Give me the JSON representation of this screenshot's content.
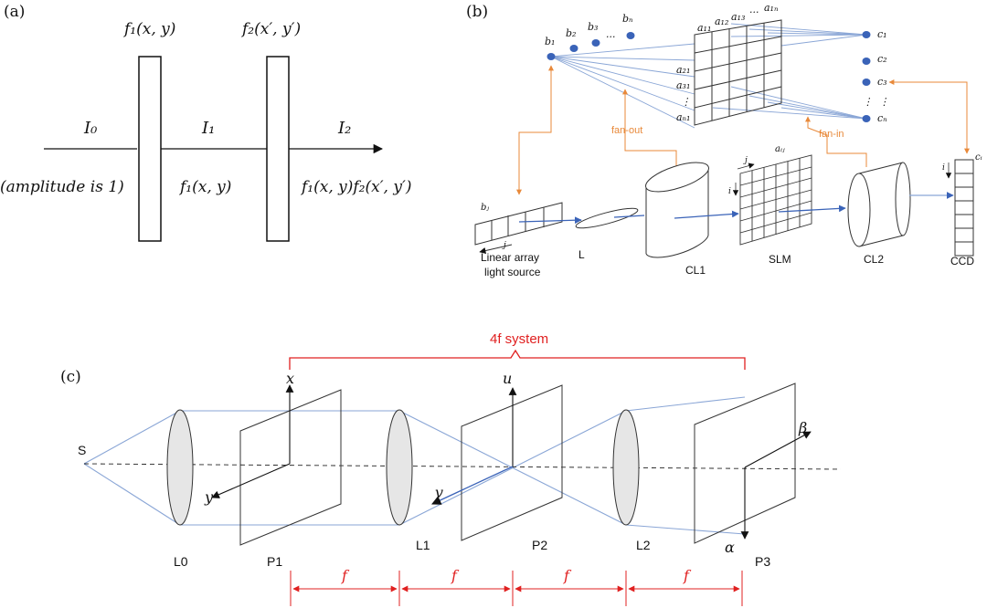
{
  "panel_a": {
    "label": "(a)",
    "f1_top": "f₁(x, y)",
    "f2_top": "f₂(x′, y′)",
    "I0": "I₀",
    "I1": "I₁",
    "I2": "I₂",
    "amplitude": "(amplitude is 1)",
    "f1_mid": "f₁(x, y)",
    "product": "f₁(x, y)f₂(x′, y′)"
  },
  "panel_b": {
    "label": "(b)",
    "b_labels": [
      "b₁",
      "b₂",
      "b₃",
      "···",
      "bₙ"
    ],
    "a_top": [
      "a₁₁",
      "a₁₂",
      "a₁₃",
      "···",
      "a₁ₙ"
    ],
    "a_left": [
      "a₂₁",
      "a₃₁",
      "⋮",
      "aₙ₁"
    ],
    "c_labels": [
      "c₁",
      "c₂",
      "c₃",
      "⋮",
      "cₙ"
    ],
    "c_dots": "⋮",
    "fan_out": "fan-out",
    "fan_in": "fan-in",
    "bj": "bⱼ",
    "j_src": "j",
    "linear_array_1": "Linear array",
    "linear_array_2": "light source",
    "L": "L",
    "CL1": "CL1",
    "SLM": "SLM",
    "aij": "aᵢⱼ",
    "slm_j": "j",
    "slm_i": "i",
    "CL2": "CL2",
    "CCD": "CCD",
    "ci": "cᵢ",
    "ccd_i": "i"
  },
  "panel_c": {
    "label": "(c)",
    "system": "4f system",
    "S": "S",
    "L0": "L0",
    "P1": "P1",
    "L1": "L1",
    "P2": "P2",
    "L2": "L2",
    "P3": "P3",
    "x": "x",
    "y": "y",
    "u": "u",
    "v": "v",
    "alpha": "α",
    "beta": "β",
    "f_labels": [
      "f",
      "f",
      "f",
      "f"
    ]
  },
  "colors": {
    "ray": "#8aa6d6",
    "dot": "#3a63b8",
    "orange": "#e8893a",
    "red": "#e02020",
    "lens_fill": "#e6e6e6"
  }
}
